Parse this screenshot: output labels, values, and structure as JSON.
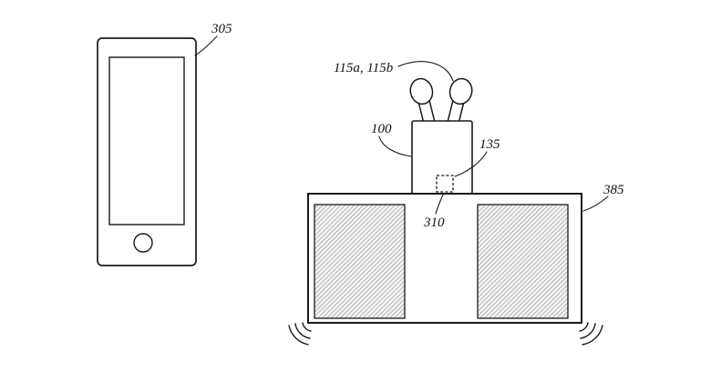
{
  "figure": {
    "reference_labels": {
      "smartphone": "305",
      "earbuds": "115a, 115b",
      "case": "100",
      "module": "135",
      "contact": "310",
      "charging_mat": "385"
    },
    "colors": {
      "line": "#1a1a1a",
      "hatch_line": "#8a8a8a",
      "hatch_background": "#f2f2f2",
      "background": "#ffffff"
    }
  }
}
